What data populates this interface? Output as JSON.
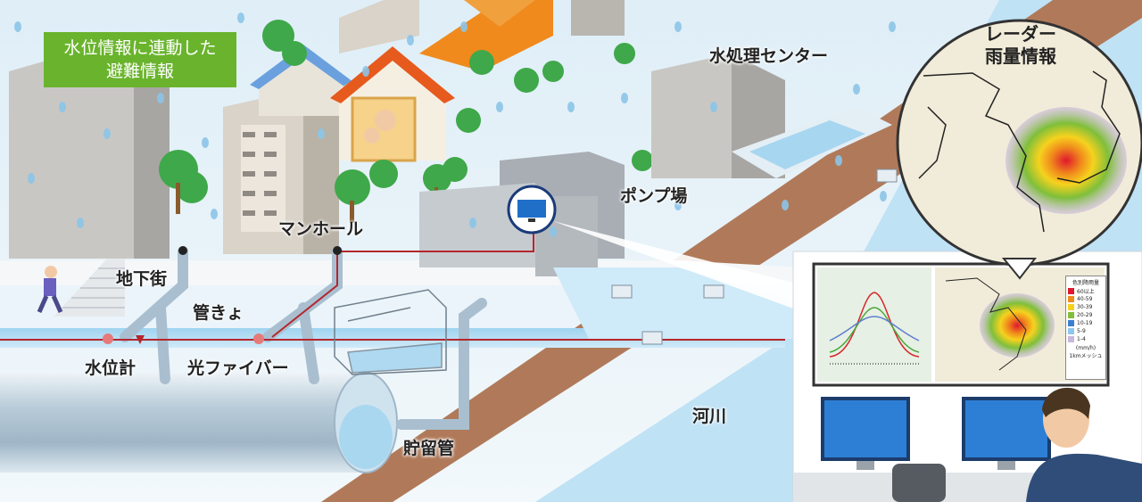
{
  "labels": {
    "evacuation_box": [
      "水位情報に連動した",
      "避難情報"
    ],
    "water_treatment_center": "水処理センター",
    "radar_rainfall": [
      "レーダー",
      "雨量情報"
    ],
    "pump_station": "ポンプ場",
    "manhole": "マンホール",
    "underground_mall": "地下街",
    "sewer_pipe": "管きょ",
    "water_level_gauge": "水位計",
    "optical_fiber": "光ファイバー",
    "storage_pipe": "貯留管",
    "river": "河川"
  },
  "monitor_legend": {
    "title": "色別降雨量",
    "items": [
      {
        "label": "60以上",
        "color": "#e0182d"
      },
      {
        "label": "40-59",
        "color": "#f08a1c"
      },
      {
        "label": "30-39",
        "color": "#f6d21e"
      },
      {
        "label": "20-29",
        "color": "#7fbf3a"
      },
      {
        "label": "10-19",
        "color": "#3c7fd1"
      },
      {
        "label": "5-9",
        "color": "#8fc7ee"
      },
      {
        "label": "1-4",
        "color": "#c9b8dc"
      }
    ],
    "unit": "(mm/h)",
    "mesh": "1kmメッシュ"
  },
  "colors": {
    "sky_water": "#bfe2f5",
    "river_bank": "#b07a5a",
    "pipe": "#a9bfd0",
    "fiber": "#b4262c",
    "label_green": "#6ab42d"
  }
}
